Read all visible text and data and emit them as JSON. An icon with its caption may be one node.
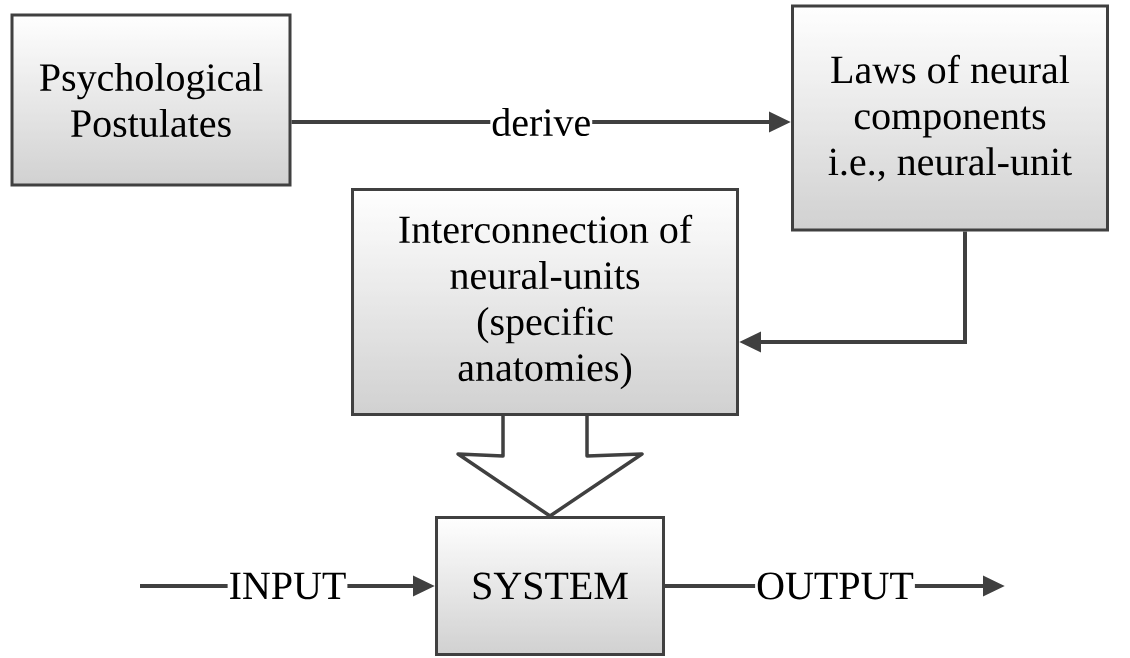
{
  "diagram": {
    "nodes": [
      {
        "text": [
          "Psychological Postulates"
        ]
      },
      {
        "text": [
          "Laws of neural components i.e., neural-unit"
        ]
      },
      {
        "text": [
          "Interconnection of neural-units (specific anatomies)"
        ]
      },
      {
        "text": [
          "SYSTEM"
        ]
      }
    ],
    "edges": [
      {
        "from": 0,
        "to": 1,
        "arrow": "to",
        "label": "derive"
      },
      {
        "from": 1,
        "to": 2,
        "arrow": "to"
      },
      {
        "from": 2,
        "to": 3,
        "arrow": "to",
        "style": "thick"
      },
      {
        "from": null,
        "to": 3,
        "arrow": "to",
        "label": "INPUT"
      },
      {
        "from": 3,
        "to": null,
        "arrow": "to",
        "label": "OUTPUT"
      }
    ]
  }
}
